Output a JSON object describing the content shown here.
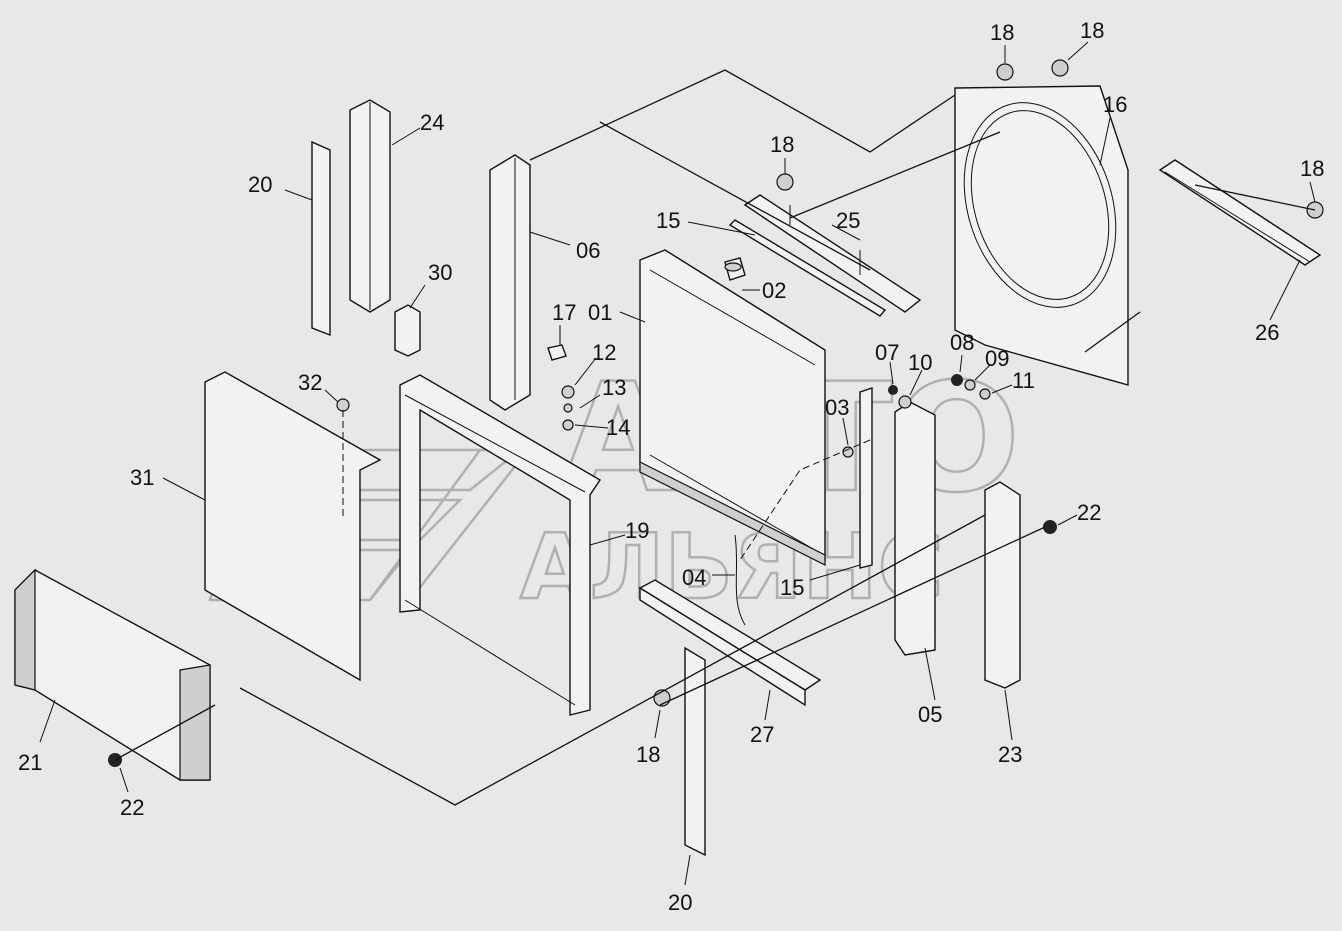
{
  "watermark": {
    "line1": "АВТО",
    "line2": "АЛЬЯНС"
  },
  "parts": [
    {
      "id": "p18a",
      "label": "18"
    },
    {
      "id": "p18b",
      "label": "18"
    },
    {
      "id": "p24",
      "label": "24"
    },
    {
      "id": "p16",
      "label": "16"
    },
    {
      "id": "p20a",
      "label": "20"
    },
    {
      "id": "p18c",
      "label": "18"
    },
    {
      "id": "p18d",
      "label": "18"
    },
    {
      "id": "p15a",
      "label": "15"
    },
    {
      "id": "p25",
      "label": "25"
    },
    {
      "id": "p06",
      "label": "06"
    },
    {
      "id": "p30",
      "label": "30"
    },
    {
      "id": "p02",
      "label": "02"
    },
    {
      "id": "p26",
      "label": "26"
    },
    {
      "id": "p17",
      "label": "17"
    },
    {
      "id": "p01",
      "label": "01"
    },
    {
      "id": "p08",
      "label": "08"
    },
    {
      "id": "p12",
      "label": "12"
    },
    {
      "id": "p07",
      "label": "07"
    },
    {
      "id": "p10",
      "label": "10"
    },
    {
      "id": "p09",
      "label": "09"
    },
    {
      "id": "p32",
      "label": "32"
    },
    {
      "id": "p13",
      "label": "13"
    },
    {
      "id": "p11",
      "label": "11"
    },
    {
      "id": "p03",
      "label": "03"
    },
    {
      "id": "p14",
      "label": "14"
    },
    {
      "id": "p31",
      "label": "31"
    },
    {
      "id": "p22a",
      "label": "22"
    },
    {
      "id": "p19",
      "label": "19"
    },
    {
      "id": "p04",
      "label": "04"
    },
    {
      "id": "p15b",
      "label": "15"
    },
    {
      "id": "p05",
      "label": "05"
    },
    {
      "id": "p27",
      "label": "27"
    },
    {
      "id": "p23",
      "label": "23"
    },
    {
      "id": "p18e",
      "label": "18"
    },
    {
      "id": "p21",
      "label": "21"
    },
    {
      "id": "p22b",
      "label": "22"
    },
    {
      "id": "p20b",
      "label": "20"
    }
  ]
}
